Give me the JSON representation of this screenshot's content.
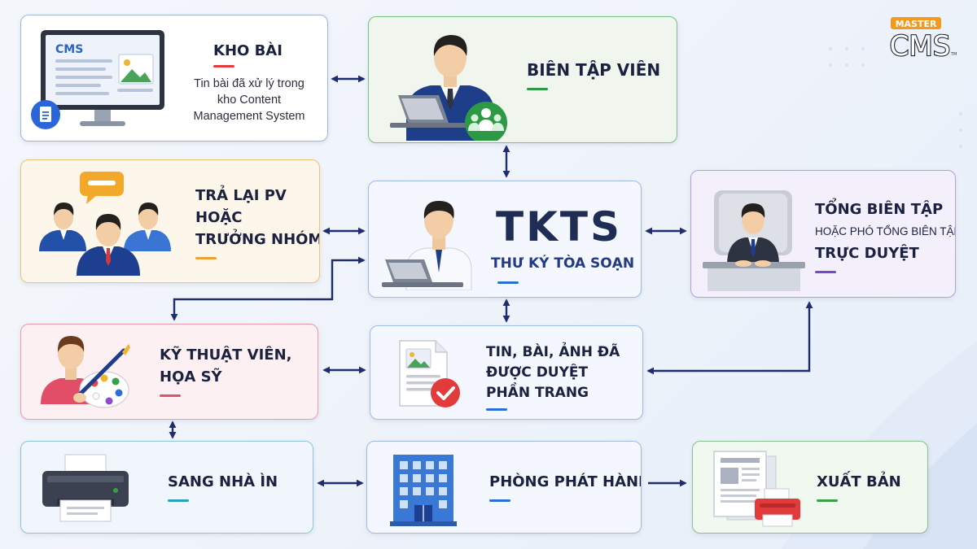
{
  "logo": {
    "top": "MASTER",
    "main": "CMS",
    "tm": "TM"
  },
  "nodes": {
    "kho_bai": {
      "title": "KHO BÀI",
      "lines": [
        "Tin bài đã xử lý trong",
        "kho Content",
        "Management System"
      ],
      "screen_label": "CMS"
    },
    "bien_tap_vien": {
      "title": "BIÊN TẬP VIÊN"
    },
    "tra_lai": {
      "lines": [
        "TRẢ LẠI PV",
        "HOẶC",
        "TRƯỞNG NHÓM"
      ]
    },
    "tkts": {
      "title": "TKTS",
      "subtitle": "THƯ KÝ TÒA SOẠN"
    },
    "tong_bien_tap": {
      "lines": [
        "TỔNG BIÊN TẬP",
        "HOẶC PHÓ TỔNG BIÊN TẬP",
        "TRỰC DUYỆT"
      ]
    },
    "ky_thuat_vien": {
      "lines": [
        "KỸ THUẬT VIÊN,",
        "HỌA SỸ"
      ]
    },
    "tin_bai_anh": {
      "lines": [
        "TIN, BÀI, ẢNH ĐÃ",
        "ĐƯỢC DUYỆT",
        "PHẦN TRANG"
      ]
    },
    "sang_nha_in": {
      "title": "SANG NHÀ ÌN"
    },
    "phong_phat_hanh": {
      "title": "PHÒNG PHÁT HÀNH"
    },
    "xuat_ban": {
      "title": "XUẤT BẢN"
    }
  },
  "colors": {
    "arrow": "#1e2d6e",
    "kho_bai": "#e23b3b",
    "bien_tap_vien": "#2e9a43",
    "tra_lai": "#f0a030",
    "tkts": "#2b6fd6",
    "tong_bien_tap": "#7a47c9",
    "ky_thuat_vien": "#e0506a",
    "tin_bai_anh": "#2b6fd6",
    "sang_nha_in": "#2aa0c0",
    "phong_phat_hanh": "#2b6fd6",
    "xuat_ban": "#3aa047"
  },
  "icons": [
    "cms-monitor-icon",
    "document-badge-icon",
    "editor-at-laptop-icon",
    "team-icon",
    "reporters-group-icon",
    "chat-bubble-icon",
    "secretary-at-laptop-icon",
    "editor-in-chief-icon",
    "painter-palette-icon",
    "approved-document-icon",
    "printer-icon",
    "office-building-icon",
    "newspaper-printer-icon"
  ]
}
